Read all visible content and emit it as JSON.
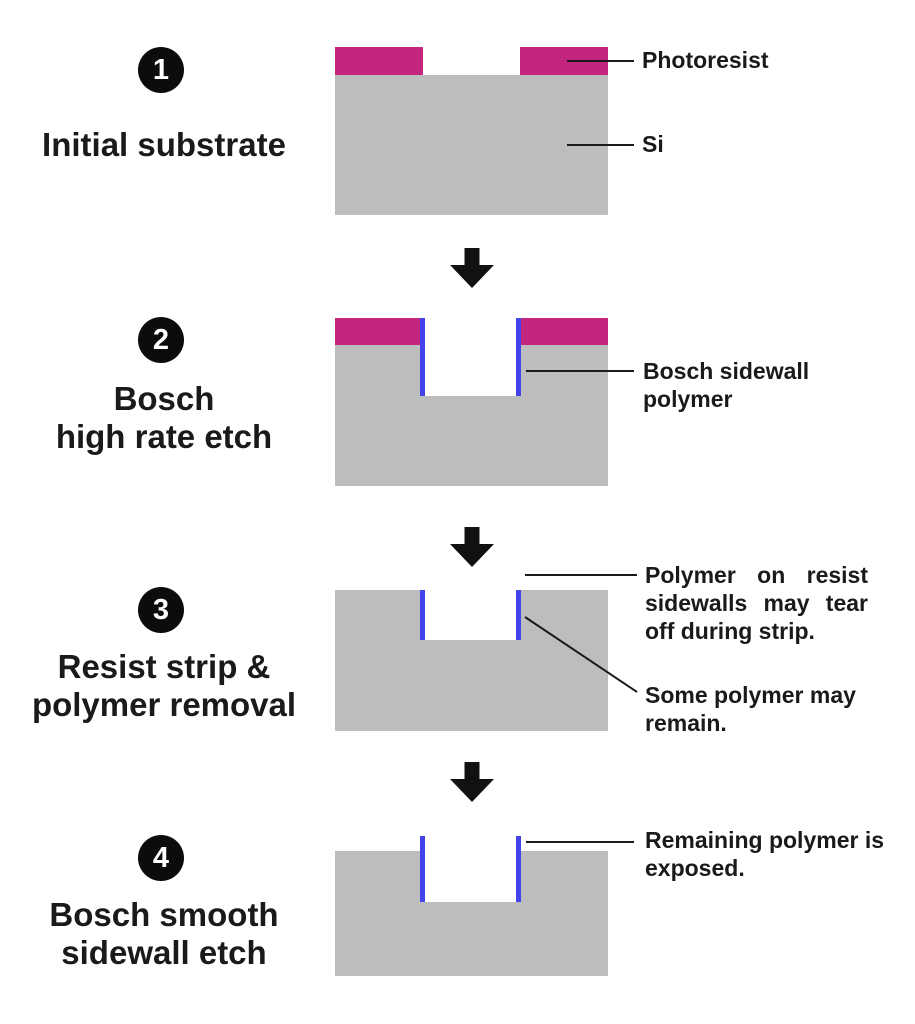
{
  "diagram": {
    "steps": [
      {
        "number": "1",
        "title_line1": "Initial substrate",
        "title_line2": ""
      },
      {
        "number": "2",
        "title_line1": "Bosch",
        "title_line2": "high rate etch"
      },
      {
        "number": "3",
        "title_line1": "Resist strip &",
        "title_line2": "polymer removal"
      },
      {
        "number": "4",
        "title_line1": "Bosch smooth",
        "title_line2": "sidewall etch"
      }
    ],
    "annotations": {
      "photoresist": "Photoresist",
      "silicon": "Si",
      "bosch_sidewall_polymer": "Bosch sidewall polymer",
      "polymer_tear_off": "Polymer on resist sidewalls may tear off during strip.",
      "polymer_remain": "Some polymer may remain.",
      "polymer_exposed": "Remaining polymer is exposed."
    },
    "colors": {
      "photoresist": "#C2267F",
      "silicon": "#BDBDBD",
      "polymer": "#4343EE",
      "arrow": "#111111",
      "text": "#1A1A1A"
    },
    "icons": {
      "down_arrow": "down-block-arrow",
      "step_badge": "numbered-black-circle"
    }
  }
}
